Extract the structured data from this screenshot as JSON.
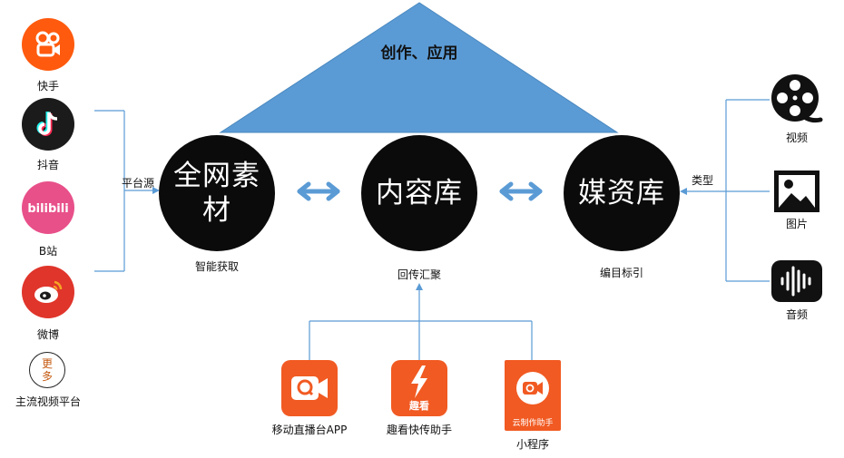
{
  "apex": {
    "label": "创作、应用",
    "color": "#5b9bd5"
  },
  "nodes": {
    "all_web": {
      "label": "全网素材",
      "caption": "智能获取"
    },
    "content": {
      "label": "内容库",
      "caption": "回传汇聚"
    },
    "media": {
      "label": "媒资库",
      "caption": "编目标引"
    }
  },
  "left_sources": {
    "edge_label": "平台源",
    "items": [
      {
        "label": "快手",
        "icon": "kuaishou-icon",
        "color": "#ff5a0e"
      },
      {
        "label": "抖音",
        "icon": "douyin-icon",
        "color": "#1b1b1b"
      },
      {
        "label": "B站",
        "icon": "bilibili-icon",
        "color": "#e8508a"
      },
      {
        "label": "微博",
        "icon": "weibo-icon",
        "color": "#e0352b"
      }
    ],
    "more": {
      "text": "更多",
      "label": "主流视频平台"
    }
  },
  "right_types": {
    "edge_label": "类型",
    "items": [
      {
        "label": "视频",
        "icon": "video-reel-icon"
      },
      {
        "label": "图片",
        "icon": "picture-icon"
      },
      {
        "label": "音频",
        "icon": "audio-wave-icon"
      }
    ]
  },
  "bottom_tools": [
    {
      "label": "移动直播台APP",
      "icon": "live-app-icon",
      "color": "#f15a22"
    },
    {
      "label": "趣看快传助手",
      "icon": "qukan-icon",
      "color": "#f15a22",
      "badge": "趣看"
    },
    {
      "label": "小程序",
      "icon": "mini-program-icon",
      "color": "#f15a22",
      "badge": "云制作助手"
    }
  ],
  "colors": {
    "line": "#5b9bd5",
    "arrow": "#5b9bd5",
    "node": "#0b0b0b"
  }
}
